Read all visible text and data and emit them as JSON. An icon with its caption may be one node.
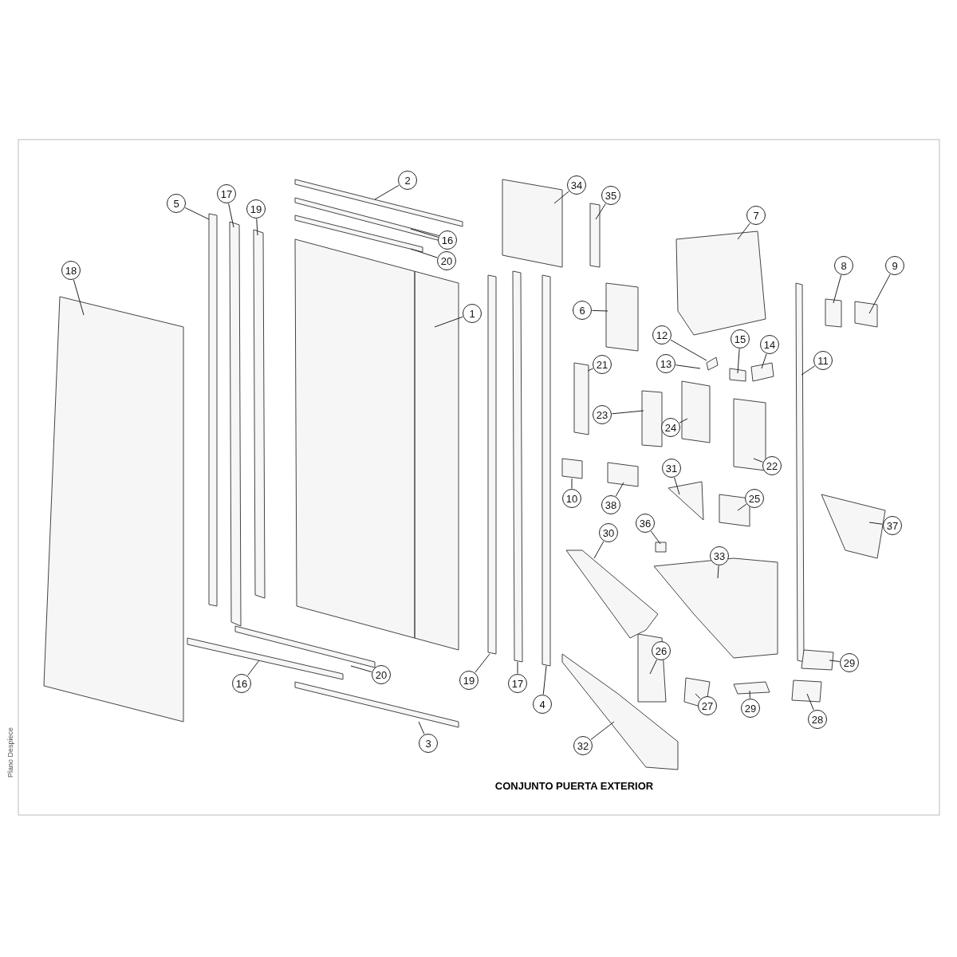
{
  "diagram": {
    "caption": "CONJUNTO PUERTA EXTERIOR",
    "nodes": [
      {
        "text": [
          "2"
        ]
      },
      {
        "text": [
          "34"
        ]
      },
      {
        "text": [
          "35"
        ]
      },
      {
        "text": [
          "7"
        ]
      },
      {
        "text": [
          "5"
        ]
      },
      {
        "text": [
          "17"
        ]
      },
      {
        "text": [
          "19"
        ]
      },
      {
        "text": [
          "16"
        ]
      },
      {
        "text": [
          "20"
        ]
      },
      {
        "text": [
          "18"
        ]
      },
      {
        "text": [
          "8"
        ]
      },
      {
        "text": [
          "9"
        ]
      },
      {
        "text": [
          "1"
        ]
      },
      {
        "text": [
          "6"
        ]
      },
      {
        "text": [
          "12"
        ]
      },
      {
        "text": [
          "15"
        ]
      },
      {
        "text": [
          "14"
        ]
      },
      {
        "text": [
          "13"
        ]
      },
      {
        "text": [
          "11"
        ]
      },
      {
        "text": [
          "21"
        ]
      },
      {
        "text": [
          "23"
        ]
      },
      {
        "text": [
          "24"
        ]
      },
      {
        "text": [
          "22"
        ]
      },
      {
        "text": [
          "10"
        ]
      },
      {
        "text": [
          "38"
        ]
      },
      {
        "text": [
          "31"
        ]
      },
      {
        "text": [
          "25"
        ]
      },
      {
        "text": [
          "37"
        ]
      },
      {
        "text": [
          "36"
        ]
      },
      {
        "text": [
          "30"
        ]
      },
      {
        "text": [
          "33"
        ]
      },
      {
        "text": [
          "26"
        ]
      },
      {
        "text": [
          "20"
        ]
      },
      {
        "text": [
          "16"
        ]
      },
      {
        "text": [
          "19"
        ]
      },
      {
        "text": [
          "17"
        ]
      },
      {
        "text": [
          "4"
        ]
      },
      {
        "text": [
          "29"
        ]
      },
      {
        "text": [
          "27"
        ]
      },
      {
        "text": [
          "29"
        ]
      },
      {
        "text": [
          "28"
        ]
      },
      {
        "text": [
          "32"
        ]
      },
      {
        "text": [
          "3"
        ]
      }
    ],
    "edges": [
      {
        "from": 0,
        "to": null,
        "arrow": "none"
      },
      {
        "from": 1,
        "to": null,
        "arrow": "none"
      },
      {
        "from": 2,
        "to": null,
        "arrow": "none"
      },
      {
        "from": 3,
        "to": null,
        "arrow": "none"
      },
      {
        "from": 4,
        "to": null,
        "arrow": "none"
      },
      {
        "from": 5,
        "to": null,
        "arrow": "none"
      },
      {
        "from": 6,
        "to": null,
        "arrow": "none"
      },
      {
        "from": 7,
        "to": null,
        "arrow": "none"
      },
      {
        "from": 8,
        "to": null,
        "arrow": "none"
      },
      {
        "from": 9,
        "to": null,
        "arrow": "none"
      },
      {
        "from": 10,
        "to": null,
        "arrow": "none"
      },
      {
        "from": 11,
        "to": null,
        "arrow": "none"
      },
      {
        "from": 12,
        "to": null,
        "arrow": "none"
      },
      {
        "from": 13,
        "to": null,
        "arrow": "none"
      },
      {
        "from": 14,
        "to": null,
        "arrow": "none"
      },
      {
        "from": 15,
        "to": null,
        "arrow": "none"
      },
      {
        "from": 16,
        "to": null,
        "arrow": "none"
      },
      {
        "from": 17,
        "to": null,
        "arrow": "none"
      },
      {
        "from": 18,
        "to": null,
        "arrow": "none"
      },
      {
        "from": 19,
        "to": null,
        "arrow": "none"
      },
      {
        "from": 20,
        "to": null,
        "arrow": "none"
      },
      {
        "from": 21,
        "to": null,
        "arrow": "none"
      },
      {
        "from": 22,
        "to": null,
        "arrow": "none"
      },
      {
        "from": 23,
        "to": null,
        "arrow": "none"
      },
      {
        "from": 24,
        "to": null,
        "arrow": "none"
      },
      {
        "from": 25,
        "to": null,
        "arrow": "none"
      },
      {
        "from": 26,
        "to": null,
        "arrow": "none"
      },
      {
        "from": 27,
        "to": null,
        "arrow": "none"
      },
      {
        "from": 28,
        "to": null,
        "arrow": "none"
      },
      {
        "from": 29,
        "to": null,
        "arrow": "none"
      },
      {
        "from": 30,
        "to": null,
        "arrow": "none"
      },
      {
        "from": 31,
        "to": null,
        "arrow": "none"
      },
      {
        "from": 32,
        "to": null,
        "arrow": "none"
      },
      {
        "from": 33,
        "to": null,
        "arrow": "none"
      },
      {
        "from": 34,
        "to": null,
        "arrow": "none"
      },
      {
        "from": 35,
        "to": null,
        "arrow": "none"
      },
      {
        "from": 36,
        "to": null,
        "arrow": "none"
      },
      {
        "from": 37,
        "to": null,
        "arrow": "none"
      },
      {
        "from": 38,
        "to": null,
        "arrow": "none"
      },
      {
        "from": 39,
        "to": null,
        "arrow": "none"
      },
      {
        "from": 40,
        "to": null,
        "arrow": "none"
      },
      {
        "from": 41,
        "to": null,
        "arrow": "none"
      },
      {
        "from": 42,
        "to": null,
        "arrow": "none"
      }
    ],
    "labels": [
      "Plano Despiece"
    ]
  }
}
